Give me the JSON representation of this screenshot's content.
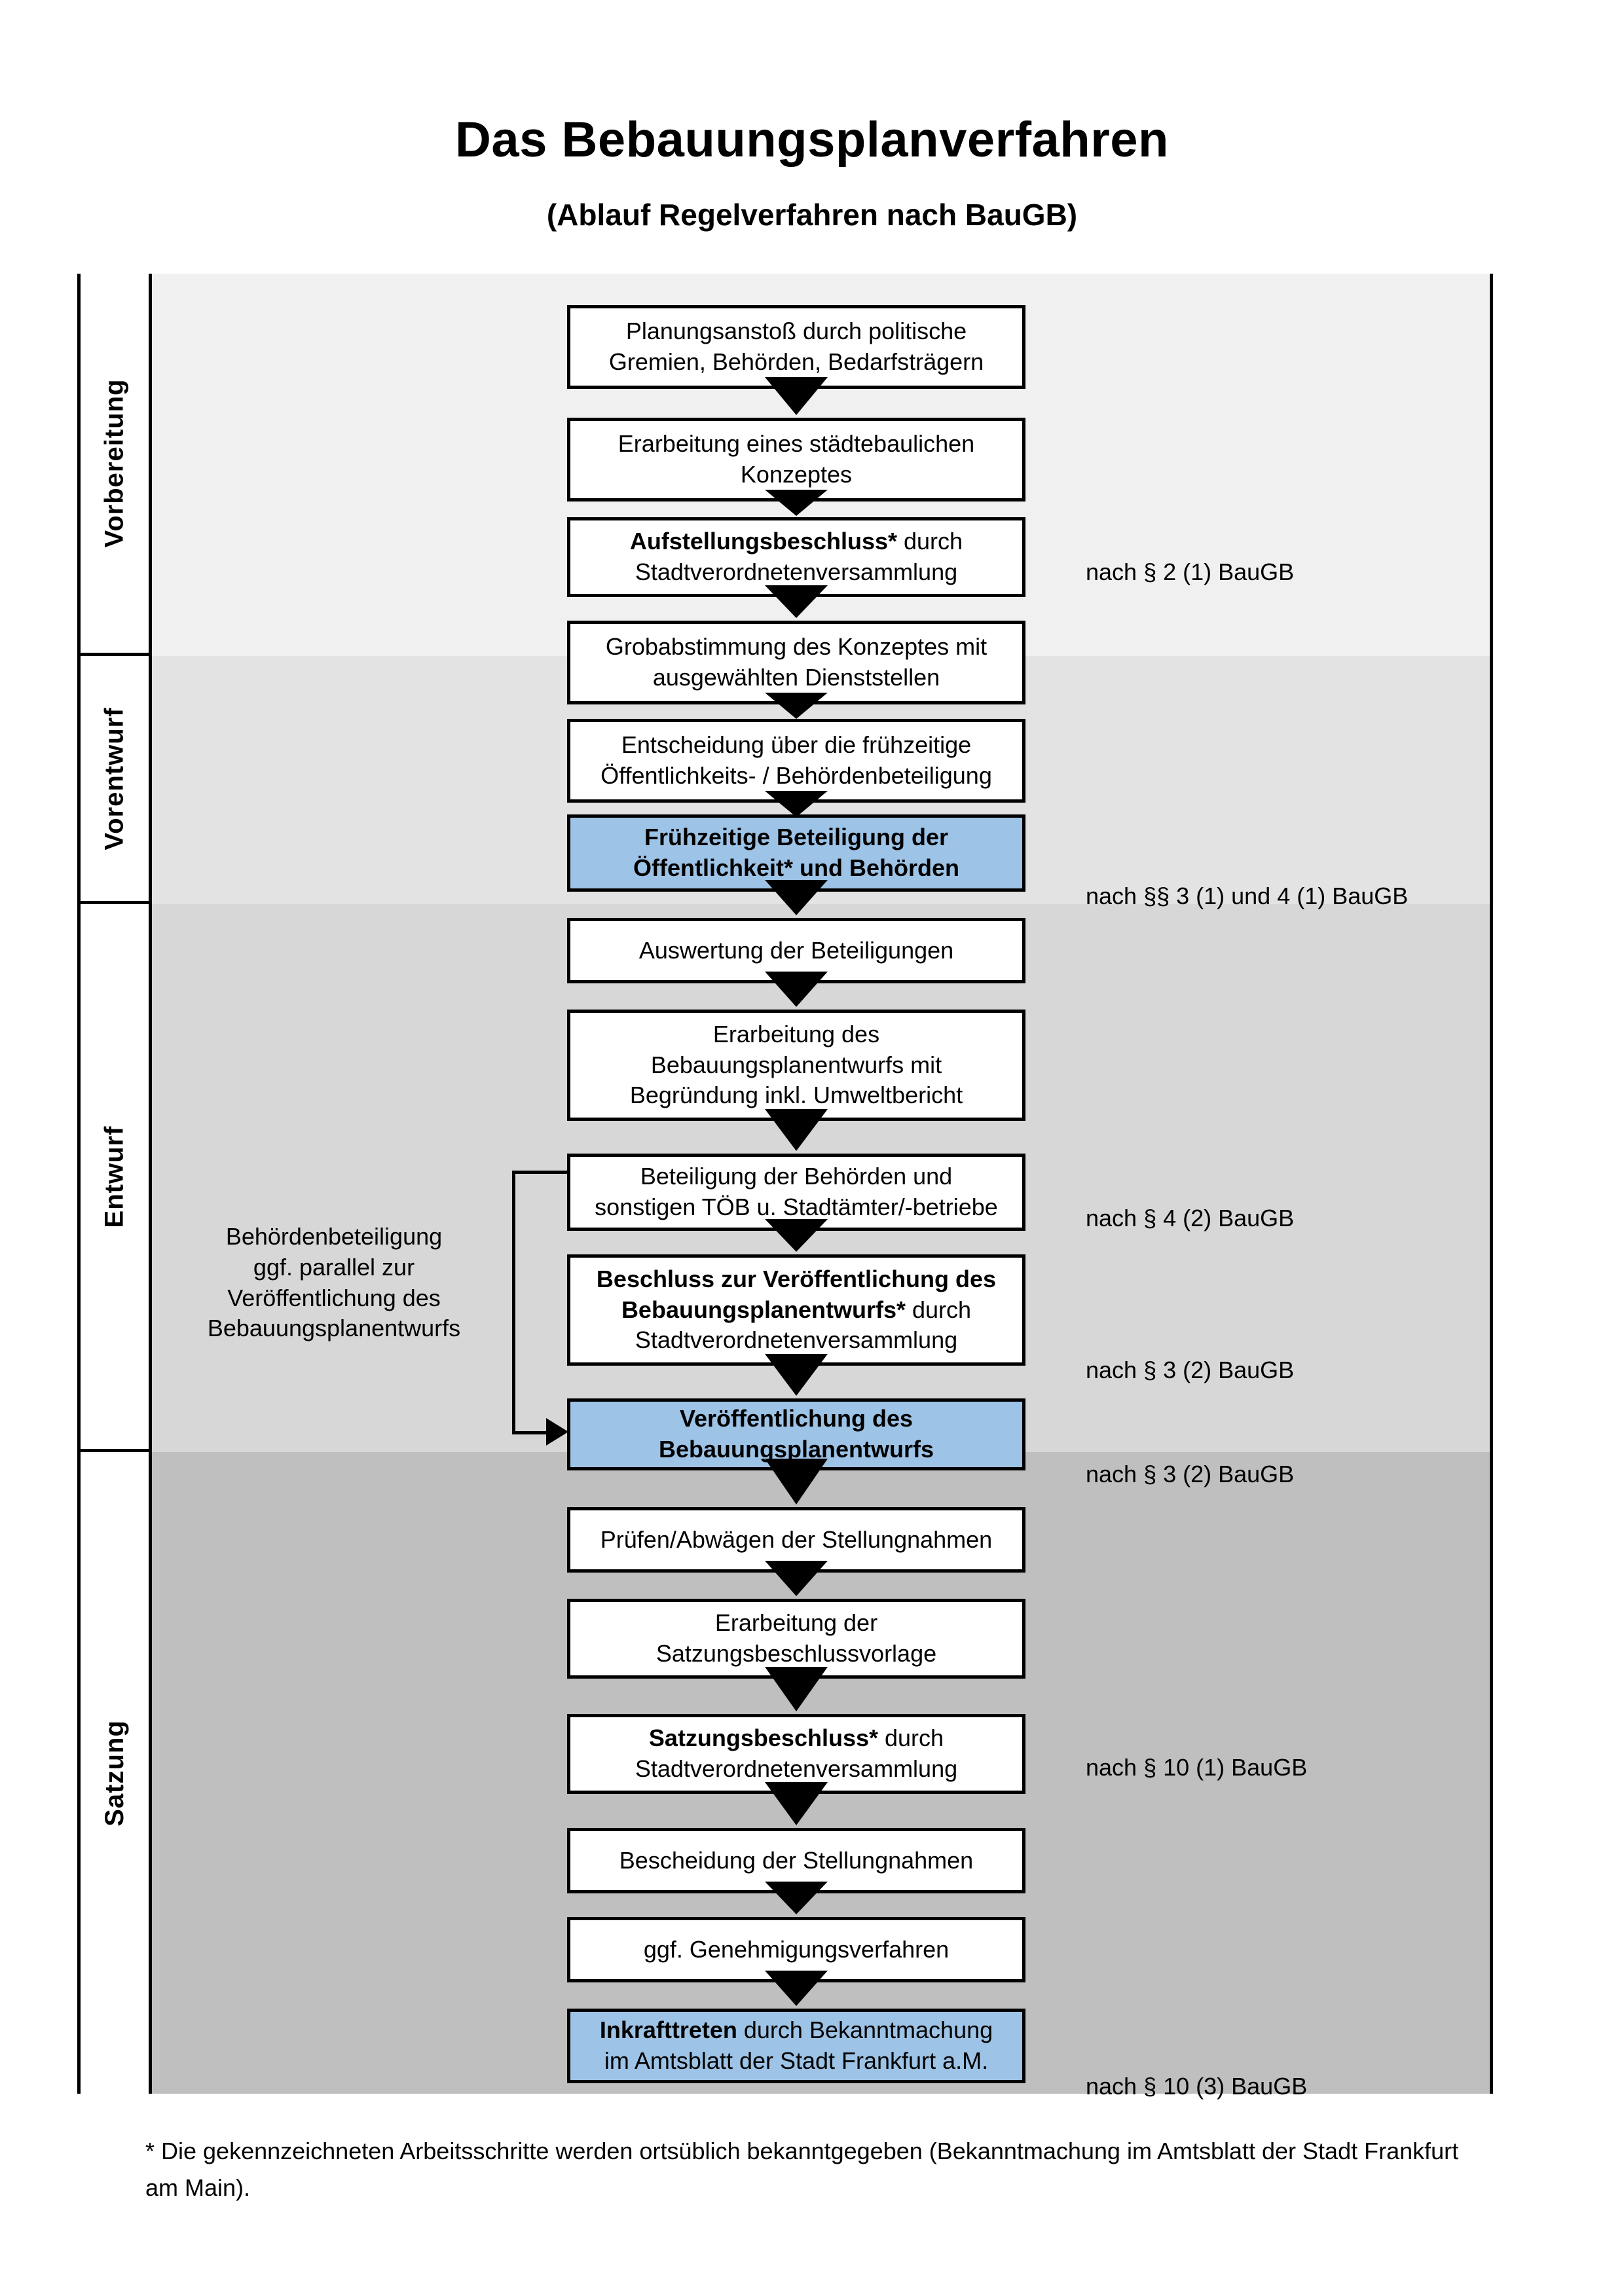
{
  "header": {
    "title": "Das Bebauungsplanverfahren",
    "subtitle": "(Ablauf Regelverfahren nach BauGB)"
  },
  "phases": [
    {
      "label": "Vorbereitung",
      "band_color": "#F0F0F0"
    },
    {
      "label": "Vorentwurf",
      "band_color": "#E3E3E3"
    },
    {
      "label": "Entwurf",
      "band_color": "#D7D7D7"
    },
    {
      "label": "Satzung",
      "band_color": "#BFBFBF"
    }
  ],
  "colors": {
    "highlight_blue": "#9DC3E6",
    "box_border": "#000000",
    "box_fill": "#FFFFFF"
  },
  "steps": [
    {
      "id": "planungsanstoss",
      "lines": [
        "Planungsanstoß durch politische",
        "Gremien, Behörden, Bedarfsträgern"
      ],
      "bold_prefix": "",
      "highlight": false,
      "phase": "Vorbereitung"
    },
    {
      "id": "staedtebauliches-konzept",
      "lines": [
        "Erarbeitung eines städtebaulichen",
        "Konzeptes"
      ],
      "bold_prefix": "",
      "highlight": false,
      "phase": "Vorbereitung"
    },
    {
      "id": "aufstellungsbeschluss",
      "lines": [
        "Aufstellungsbeschluss* durch",
        "Stadtverordnetenversammlung"
      ],
      "bold_prefix": "Aufstellungsbeschluss*",
      "highlight": false,
      "phase": "Vorbereitung"
    },
    {
      "id": "grobabstimmung",
      "lines": [
        "Grobabstimmung des Konzeptes mit",
        "ausgewählten Dienststellen"
      ],
      "bold_prefix": "",
      "highlight": false,
      "phase": "Vorentwurf"
    },
    {
      "id": "entscheidung-beteiligung",
      "lines": [
        "Entscheidung über die frühzeitige",
        "Öffentlichkeits- / Behördenbeteiligung"
      ],
      "bold_prefix": "",
      "highlight": false,
      "phase": "Vorentwurf"
    },
    {
      "id": "fruehzeitige-beteiligung",
      "lines": [
        "Frühzeitige Beteiligung der",
        "Öffentlichkeit* und Behörden"
      ],
      "bold_prefix": "ALL",
      "highlight": true,
      "phase": "Vorentwurf"
    },
    {
      "id": "auswertung",
      "lines": [
        "Auswertung der Beteiligungen"
      ],
      "bold_prefix": "",
      "highlight": false,
      "phase": "Entwurf"
    },
    {
      "id": "erarbeitung-entwurf",
      "lines": [
        "Erarbeitung des",
        "Bebauungsplanentwurfs mit",
        "Begründung inkl. Umweltbericht"
      ],
      "bold_prefix": "",
      "highlight": false,
      "phase": "Entwurf"
    },
    {
      "id": "beteiligung-behoerden",
      "lines": [
        "Beteiligung der Behörden und",
        "sonstigen TÖB u. Stadtämter/-betriebe"
      ],
      "bold_prefix": "",
      "highlight": false,
      "phase": "Entwurf"
    },
    {
      "id": "beschluss-veroeffentlichung",
      "lines": [
        "Beschluss zur Veröffentlichung des",
        "Bebauungsplanentwurfs* durch",
        "Stadtverordnetenversammlung"
      ],
      "bold_prefix": "Beschluss zur Veröffentlichung des Bebauungsplanentwurfs*",
      "highlight": false,
      "phase": "Entwurf"
    },
    {
      "id": "veroeffentlichung",
      "lines": [
        "Veröffentlichung des",
        "Bebauungsplanentwurfs"
      ],
      "bold_prefix": "ALL",
      "highlight": true,
      "phase": "Entwurf"
    },
    {
      "id": "pruefen-abwaegen",
      "lines": [
        "Prüfen/Abwägen der Stellungnahmen"
      ],
      "bold_prefix": "",
      "highlight": false,
      "phase": "Satzung"
    },
    {
      "id": "erarbeitung-satzungsvorlage",
      "lines": [
        "Erarbeitung der",
        "Satzungsbeschlussvorlage"
      ],
      "bold_prefix": "",
      "highlight": false,
      "phase": "Satzung"
    },
    {
      "id": "satzungsbeschluss",
      "lines": [
        "Satzungsbeschluss* durch",
        "Stadtverordnetenversammlung"
      ],
      "bold_prefix": "Satzungsbeschluss*",
      "highlight": false,
      "phase": "Satzung"
    },
    {
      "id": "bescheidung",
      "lines": [
        "Bescheidung der Stellungnahmen"
      ],
      "bold_prefix": "",
      "highlight": false,
      "phase": "Satzung"
    },
    {
      "id": "genehmigungsverfahren",
      "lines": [
        "ggf. Genehmigungsverfahren"
      ],
      "bold_prefix": "",
      "highlight": false,
      "phase": "Satzung"
    },
    {
      "id": "inkrafttreten",
      "lines": [
        "Inkrafttreten durch Bekanntmachung",
        "im Amtsblatt der Stadt Frankfurt a.M."
      ],
      "bold_prefix": "Inkrafttreten",
      "highlight": true,
      "phase": "Satzung"
    }
  ],
  "legal_refs": [
    {
      "id": "ref-par2-1",
      "text": "nach § 2 (1) BauGB",
      "for_step": "aufstellungsbeschluss"
    },
    {
      "id": "ref-par3-4-1",
      "text": "nach §§ 3 (1) und 4 (1) BauGB",
      "for_step": "fruehzeitige-beteiligung"
    },
    {
      "id": "ref-par4-2",
      "text": "nach § 4 (2) BauGB",
      "for_step": "beteiligung-behoerden"
    },
    {
      "id": "ref-par3-2-a",
      "text": "nach § 3 (2) BauGB",
      "for_step": "beschluss-veroeffentlichung"
    },
    {
      "id": "ref-par3-2-b",
      "text": "nach § 3 (2) BauGB",
      "for_step": "veroeffentlichung"
    },
    {
      "id": "ref-par10-1",
      "text": "nach § 10 (1) BauGB",
      "for_step": "satzungsbeschluss"
    },
    {
      "id": "ref-par10-3",
      "text": "nach § 10 (3) BauGB",
      "for_step": "inkrafttreten"
    }
  ],
  "side_note": {
    "lines": [
      "Behördenbeteiligung",
      "ggf. parallel zur",
      "Veröffentlichung des",
      "Bebauungsplanentwurfs"
    ]
  },
  "footnote": {
    "text": "* Die gekennzeichneten Arbeitsschritte werden ortsüblich bekanntgegeben (Bekanntmachung im Amtsblatt  der Stadt Frankfurt am Main)."
  }
}
